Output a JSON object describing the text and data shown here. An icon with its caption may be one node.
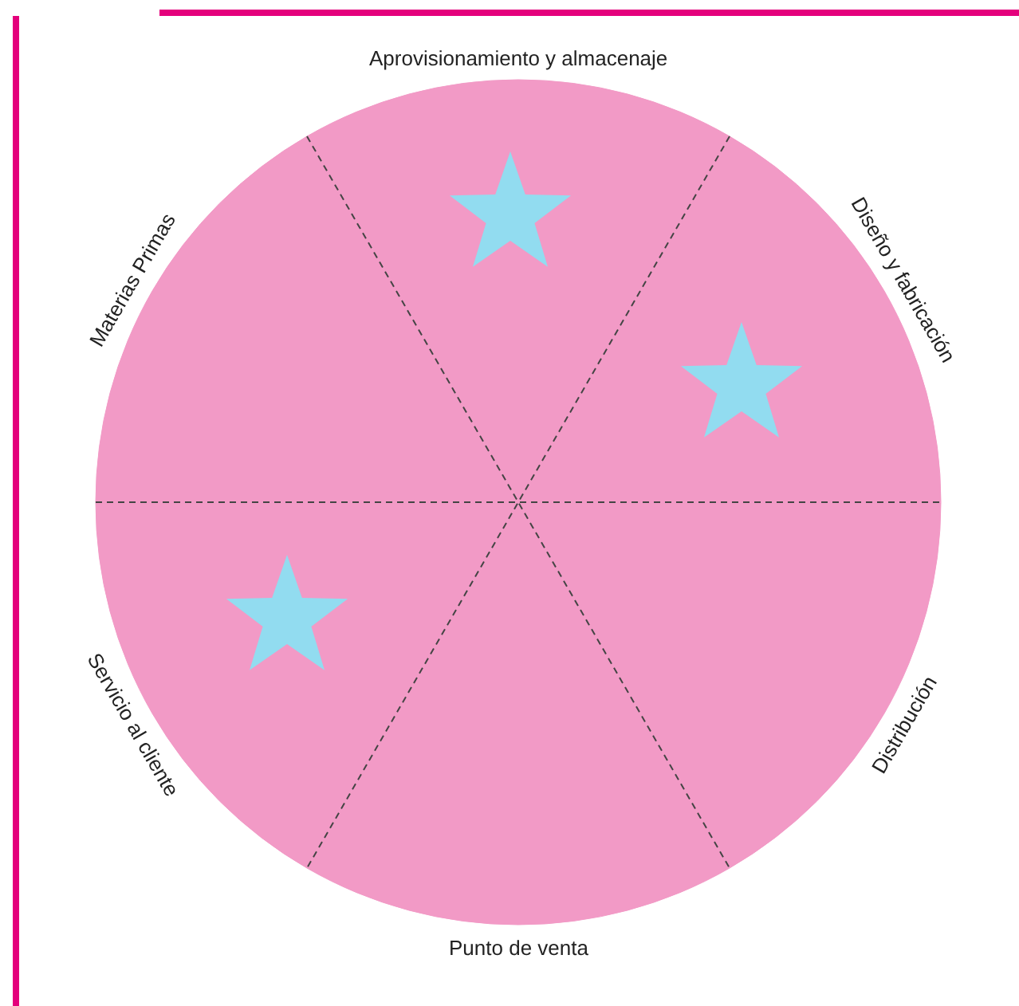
{
  "diagram": {
    "nodes": [
      {
        "text": [
          "Materias Primas"
        ]
      },
      {
        "text": [
          "Aprovisionamiento y almacenaje"
        ]
      },
      {
        "text": [
          "Diseño y fabricación"
        ]
      },
      {
        "text": [
          "Distribución"
        ]
      },
      {
        "text": [
          "Punto de venta"
        ]
      },
      {
        "text": [
          "Servicio al cliente"
        ]
      }
    ]
  }
}
